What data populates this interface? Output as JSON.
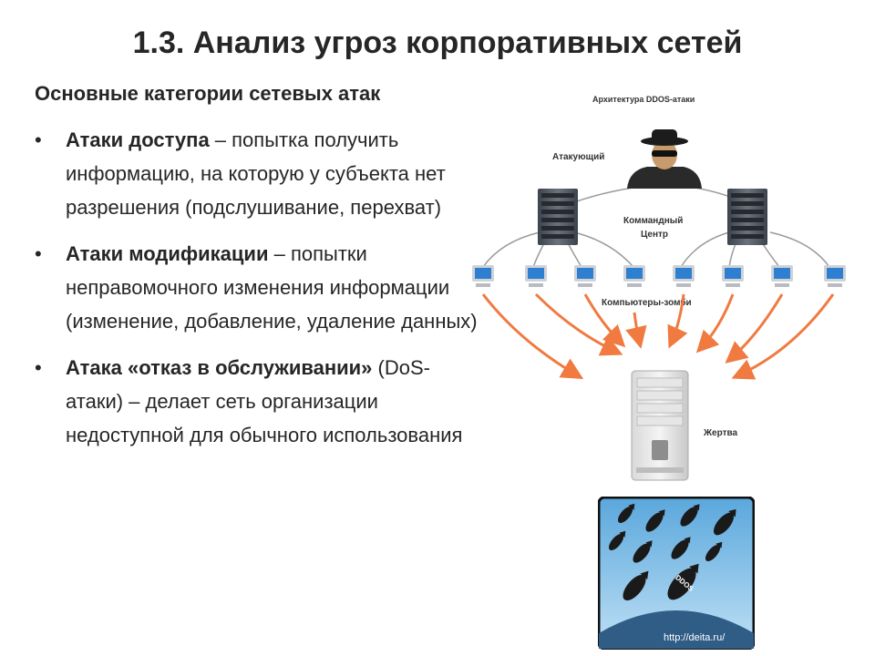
{
  "slide": {
    "title": "1.3. Анализ угроз корпоративных сетей",
    "subtitle": "Основные категории сетевых атак",
    "bullets": [
      {
        "term": "Атаки  доступа",
        "rest": " – попытка получить информацию, на которую у субъекта нет разрешения (подслушивание, перехват)"
      },
      {
        "term": "Атаки модификации",
        "rest": " – попытки неправомочного изменения информации (изменение, добавление, удаление данных)"
      },
      {
        "term": "Атака «отказ в обслуживании»",
        "rest": " (DoS-атаки) – делает сеть организации недоступной для обычного использования"
      }
    ]
  },
  "diagram": {
    "title": "Архитектура DDOS-атаки",
    "attacker_label": "Атакующий",
    "command_label_1": "Коммандный",
    "command_label_2": "Центр",
    "zombies_label": "Компьютеры-зомби",
    "victim_label": "Жертва",
    "colors": {
      "arrow": "#f07a40",
      "link": "#9a9a9a",
      "server": "#555c66",
      "sky": "#5aa7dc"
    }
  },
  "photo": {
    "bomb_text": "DDOS",
    "url": "http://deita.ru/"
  }
}
